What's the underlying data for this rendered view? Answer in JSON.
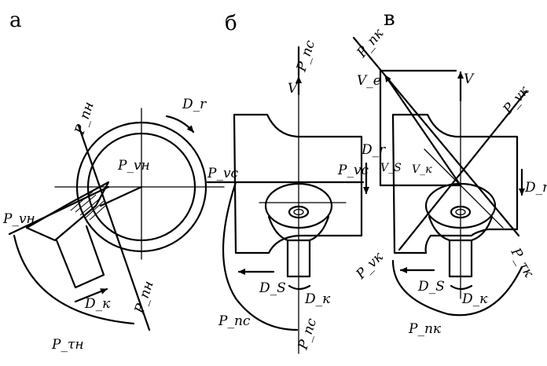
{
  "panels": [
    {
      "letter": "а",
      "labels": {
        "p_pn_top": "P_пн",
        "p_pn_bottom": "P_пн",
        "d_r": "D_r",
        "p_vn_center": "P_vн",
        "p_vn_left": "P_vн",
        "d_k": "D_к",
        "p_tn": "P_τн"
      }
    },
    {
      "letter": "б",
      "labels": {
        "p_pc_top": "P_пс",
        "v": "V",
        "d_r": "D_r",
        "p_vc_left": "P_vс",
        "p_vc_right": "P_vс",
        "d_s": "D_S",
        "d_k": "D_к",
        "p_pc_bottom": "P_пс",
        "p_nc": "P_пс"
      }
    },
    {
      "letter": "в",
      "labels": {
        "p_pk_top": "P_пк",
        "v_e": "V_e",
        "v": "V",
        "p_vk_right": "P_vк",
        "v_s": "V_S",
        "v_k": "V_к",
        "d_r": "D_r",
        "p_vk_left": "P_vк",
        "p_tk": "P_τк",
        "d_s": "D_S",
        "d_k": "D_к",
        "p_nk": "P_пк"
      }
    }
  ]
}
